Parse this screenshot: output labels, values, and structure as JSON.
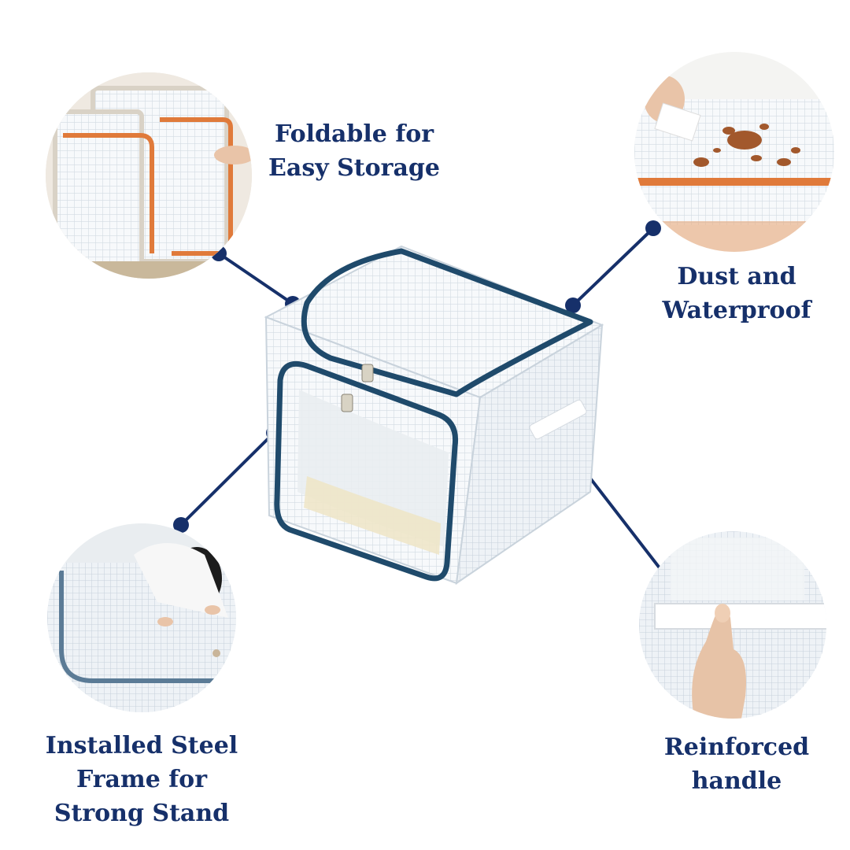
{
  "colors": {
    "accent": "#16306a",
    "zipper_trim": "#1f4a6b",
    "orange_trim": "#e07a3a",
    "mesh": "#f2f4f6",
    "background": "#ffffff"
  },
  "features": {
    "foldable": {
      "line1": "Foldable for",
      "line2": "Easy Storage"
    },
    "waterproof": {
      "line1": "Dust and",
      "line2": "Waterproof"
    },
    "steel_frame": {
      "line1": "Installed Steel",
      "line2": "Frame for",
      "line3": "Strong Stand"
    },
    "handle": {
      "line1": "Reinforced",
      "line2": "handle"
    }
  }
}
